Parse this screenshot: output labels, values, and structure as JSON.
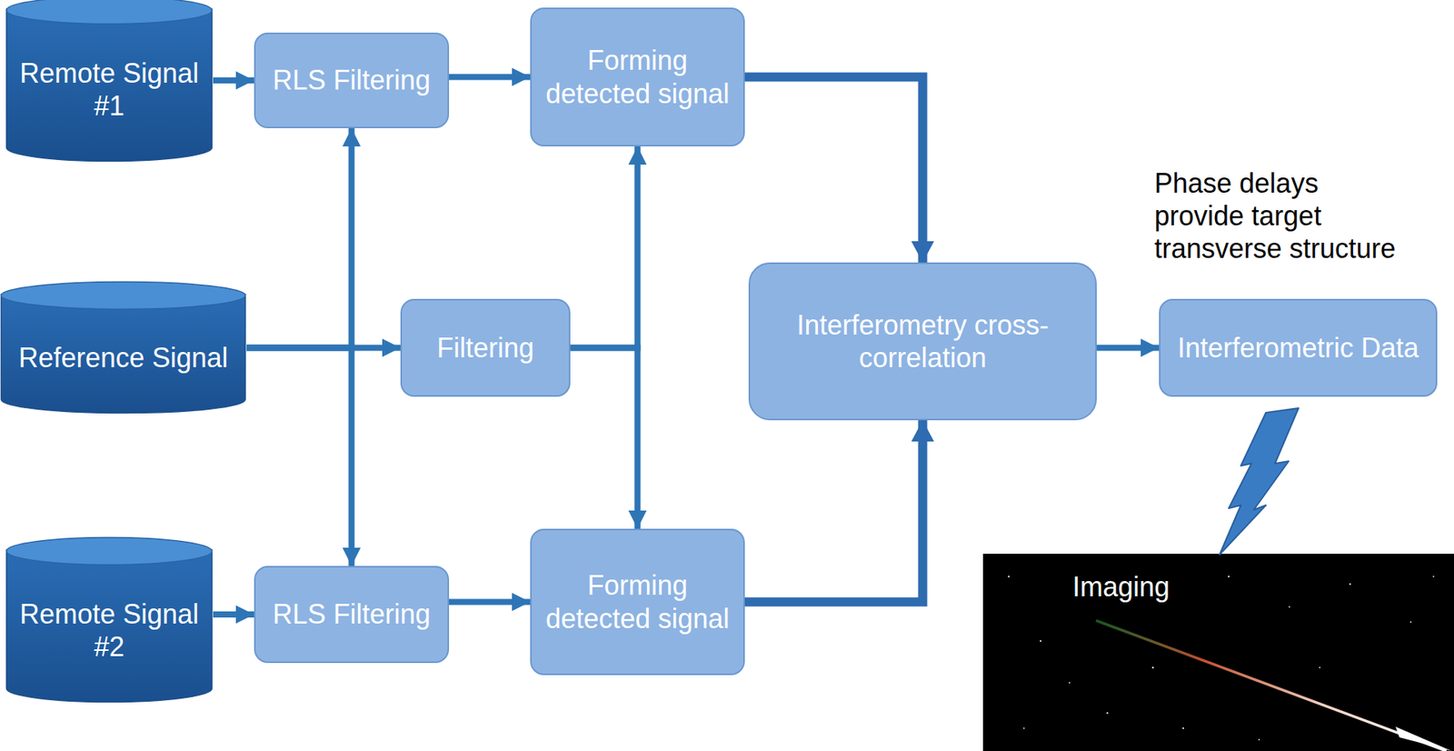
{
  "diagram": {
    "nodes": [
      {
        "text": [
          "Remote Signal #1"
        ]
      },
      {
        "text": [
          "RLS Filtering"
        ]
      },
      {
        "text": [
          "Forming detected signal"
        ]
      },
      {
        "text": [
          "Reference Signal"
        ]
      },
      {
        "text": [
          "Filtering"
        ]
      },
      {
        "text": [
          "Interferometry cross-correlation"
        ]
      },
      {
        "text": [
          "Interferometric Data"
        ]
      },
      {
        "text": [
          "Remote Signal #2"
        ]
      },
      {
        "text": [
          "RLS Filtering"
        ]
      },
      {
        "text": [
          "Forming detected signal"
        ]
      }
    ],
    "edges": [
      {
        "from": 0,
        "to": 1,
        "arrow": "to"
      },
      {
        "from": 1,
        "to": 2,
        "arrow": "to"
      },
      {
        "from": 3,
        "to": 4,
        "arrow": "to"
      },
      {
        "from": 3,
        "to": 1,
        "arrow": "to"
      },
      {
        "from": 3,
        "to": 8,
        "arrow": "to"
      },
      {
        "from": 4,
        "to": 2,
        "arrow": "to"
      },
      {
        "from": 4,
        "to": 9,
        "arrow": "to"
      },
      {
        "from": 7,
        "to": 8,
        "arrow": "to"
      },
      {
        "from": 8,
        "to": 9,
        "arrow": "to"
      },
      {
        "from": 2,
        "to": 5,
        "arrow": "to"
      },
      {
        "from": 9,
        "to": 5,
        "arrow": "to"
      },
      {
        "from": 5,
        "to": 6,
        "arrow": "to"
      }
    ],
    "labels": [
      "Phase delays provide target transverse structure",
      "Imaging"
    ]
  }
}
